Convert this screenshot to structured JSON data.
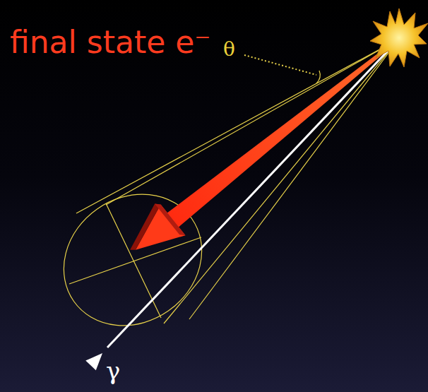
{
  "diagram": {
    "labels": [
      "θ",
      "final state e⁻",
      "γ"
    ]
  }
}
